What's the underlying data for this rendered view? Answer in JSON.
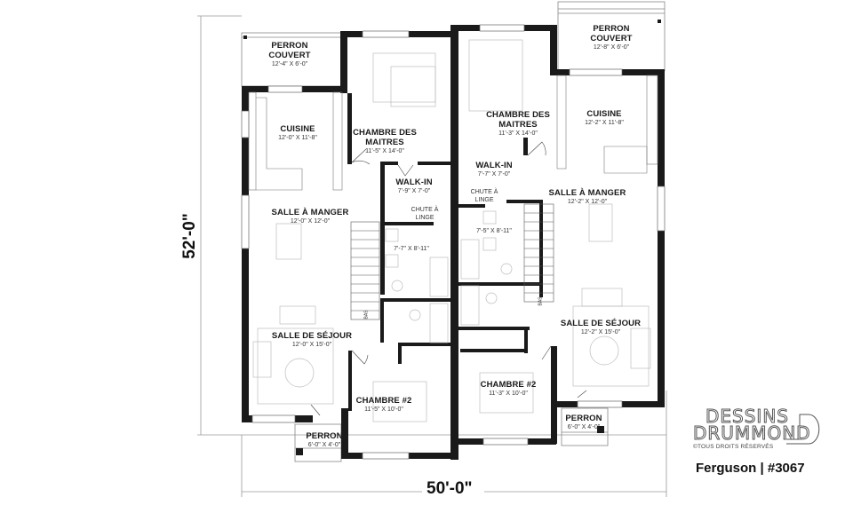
{
  "plan": {
    "overall_width": "50'-0\"",
    "overall_depth": "52'-0\"",
    "plan_name": "Ferguson | #3067"
  },
  "brand": {
    "line1": "DESSINS",
    "line2": "DRUMMOND",
    "rights": "©TOUS DROITS RÉSERVÉS"
  },
  "left_unit": {
    "covered_porch": {
      "name_1": "PERRON",
      "name_2": "COUVERT",
      "dim": "12'-4\" X 6'-0\""
    },
    "kitchen": {
      "name": "CUISINE",
      "dim": "12'-0\" X 11'-8\""
    },
    "master_bedroom": {
      "name_1": "CHAMBRE DES",
      "name_2": "MAITRES",
      "dim": "11'-5\" X 14'-0\""
    },
    "walk_in": {
      "name": "WALK-IN",
      "dim": "7'-9\" X 7'-0\""
    },
    "laundry_chute": {
      "name_1": "CHUTE À",
      "name_2": "LINGE"
    },
    "bathroom": {
      "dim": "7'-7\" X 8'-11\""
    },
    "dining": {
      "name": "SALLE À MANGER",
      "dim": "12'-0\" X 12'-0\""
    },
    "living": {
      "name": "SALLE DE SÉJOUR",
      "dim": "12'-0\" X 15'-0\""
    },
    "bedroom2": {
      "name": "CHAMBRE #2",
      "dim": "11'-5\" X 10'-0\""
    },
    "porch": {
      "name": "PERRON",
      "dim": "6'-0\" X 4'-0\""
    },
    "stair_label": "BAS"
  },
  "right_unit": {
    "covered_porch": {
      "name_1": "PERRON",
      "name_2": "COUVERT",
      "dim": "12'-8\" X 6'-0\""
    },
    "kitchen": {
      "name": "CUISINE",
      "dim": "12'-2\" X 11'-8\""
    },
    "master_bedroom": {
      "name_1": "CHAMBRE DES",
      "name_2": "MAITRES",
      "dim": "11'-3\" X 14'-0\""
    },
    "walk_in": {
      "name": "WALK-IN",
      "dim": "7'-7\" X 7'-0\""
    },
    "laundry_chute": {
      "name_1": "CHUTE À",
      "name_2": "LINGE"
    },
    "bathroom": {
      "dim": "7'-5\" X 8'-11\""
    },
    "dining": {
      "name": "SALLE À MANGER",
      "dim": "12'-2\" X 12'-0\""
    },
    "living": {
      "name": "SALLE DE SÉJOUR",
      "dim": "12'-2\" X 15'-0\""
    },
    "bedroom2": {
      "name": "CHAMBRE #2",
      "dim": "11'-3\" X 10'-0\""
    },
    "porch": {
      "name": "PERRON",
      "dim": "6'-0\" X 4'-0\""
    },
    "stair_label": "BAS"
  },
  "colors": {
    "wall": "#1a1a1a",
    "furniture": "#bdbdbd",
    "dim_line": "#999999"
  }
}
